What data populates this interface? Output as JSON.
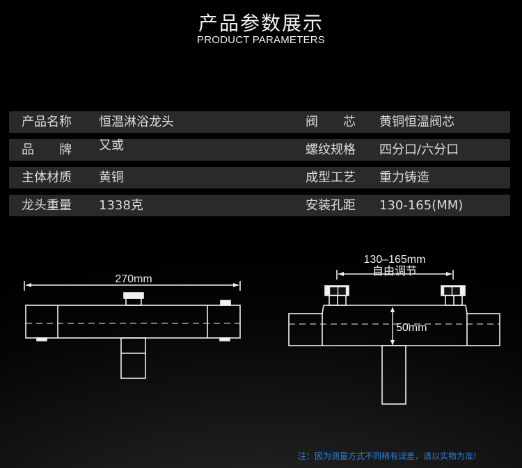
{
  "header": {
    "title": "产品参数展示",
    "subtitle": "PRODUCT PARAMETERS"
  },
  "params": [
    {
      "label1": "产品名称",
      "value1": "恒温淋浴龙头",
      "label2": "阀　　芯",
      "value2": "黄铜恒温阀芯"
    },
    {
      "label1": "品　　牌",
      "value1": "又或",
      "label2": "螺纹规格",
      "value2": "四分口/六分口"
    },
    {
      "label1": "主体材质",
      "value1": "黄铜",
      "label2": "成型工艺",
      "value2": "重力铸造"
    },
    {
      "label1": "龙头重量",
      "value1": "1338克",
      "label2": "安装孔距",
      "value2": "130-165(MM)"
    }
  ],
  "diagram_left": {
    "width_label": "270mm"
  },
  "diagram_right": {
    "spacing_label": "130–165mm",
    "adjust_label": "自由调节",
    "height_label": "50mm"
  },
  "footer": {
    "note": "注：因为测量方式不同稍有误差，请以实物为准!"
  }
}
